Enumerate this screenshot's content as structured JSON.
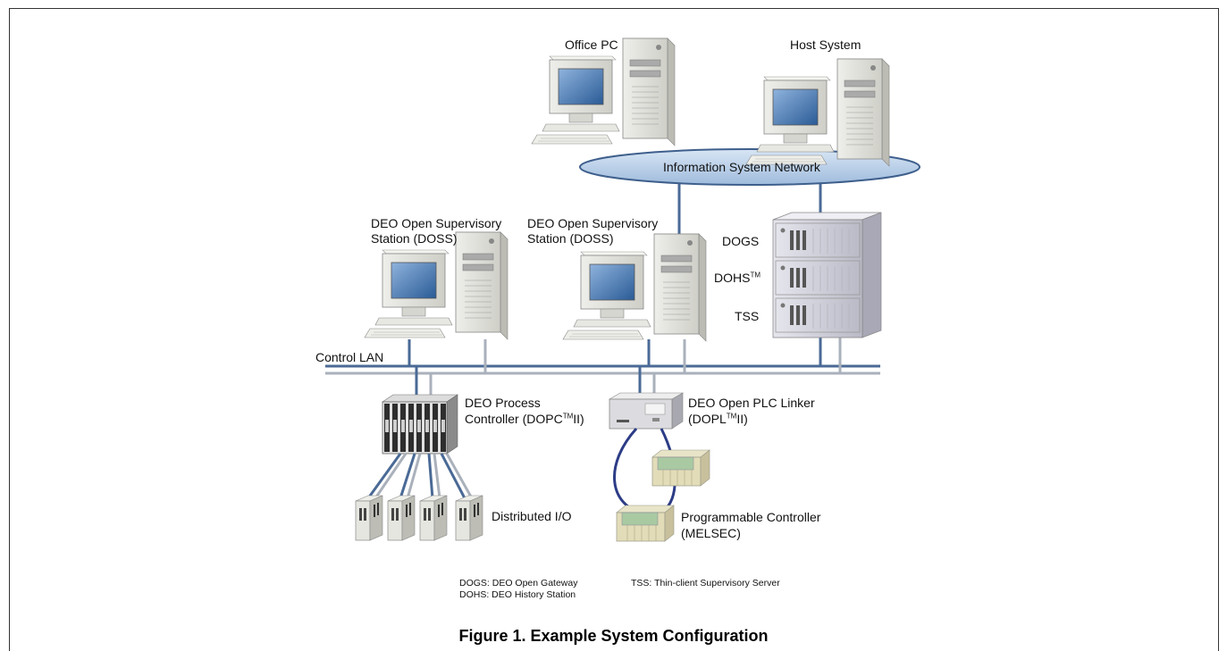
{
  "labels": {
    "office_pc": "Office PC",
    "host_system": "Host System",
    "info_network": "Information System Network",
    "doss_left_line1": "DEO Open Supervisory",
    "doss_left_line2": "Station (DOSS)",
    "doss_mid_line1": "DEO Open Supervisory",
    "doss_mid_line2": "Station (DOSS)",
    "dogs": "DOGS",
    "dohs": "DOHS",
    "tss": "TSS",
    "trademark": "TM",
    "control_lan": "Control LAN",
    "dopc_line1": "DEO Process",
    "dopc_line2_a": "Controller (DOPC",
    "dopc_line2_b": "II)",
    "dopl_line1": "DEO Open PLC Linker",
    "dopl_line2_a": "(DOPL",
    "dopl_line2_b": "II)",
    "distributed_io": "Distributed I/O",
    "plc_line1": "Programmable Controller",
    "plc_line2": "(MELSEC)"
  },
  "legend": {
    "dogs": "DOGS: DEO Open Gateway",
    "dohs": "DOHS: DEO History Station",
    "tss": "TSS: Thin-client Supervisory Server"
  },
  "caption": "Figure 1. Example System Configuration",
  "colors": {
    "network_fill": "#b7cde6",
    "lan_blue": "#4a6a96",
    "lan_gray": "#aab1bb",
    "device_body": "#e2e2dc",
    "screen": "#3a6fa8",
    "plc_green": "#a8c8a0"
  },
  "icons": [
    "desktop-pc-icon",
    "server-rack-icon",
    "controller-rack-icon",
    "io-module-icon",
    "plc-linker-icon",
    "plc-unit-icon"
  ]
}
